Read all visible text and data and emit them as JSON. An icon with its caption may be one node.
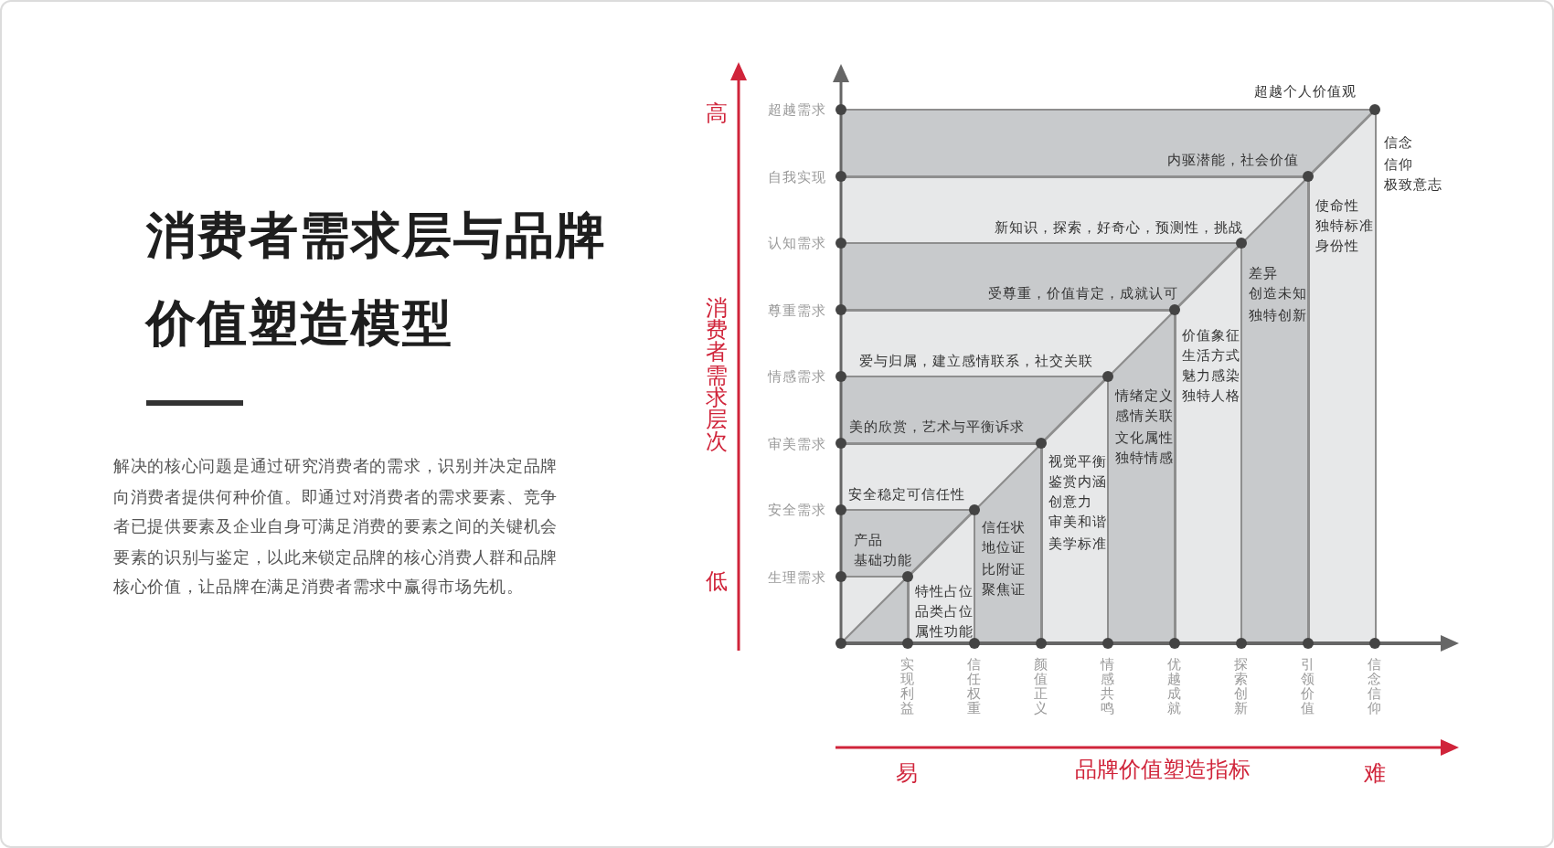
{
  "diagram": {
    "title": "消费者需求层与品牌价值塑造模型",
    "nodes": [
      {
        "text": [
          "内驱潜能，社会价值"
        ]
      },
      {
        "text": [
          "新知识，探索，好奇心，预测性，挑战"
        ]
      },
      {
        "text": [
          "受尊重，价值肯定，成就认可"
        ]
      },
      {
        "text": [
          "爱与归属，建立感情联系，社交关联"
        ]
      },
      {
        "text": [
          "美的欣赏，艺术与平衡诉求"
        ]
      },
      {
        "text": [
          "安全稳定可信任性"
        ]
      },
      {
        "text": [
          "产品",
          "基础功能"
        ]
      },
      {
        "text": [
          "特性占位",
          "品类占位",
          "属性功能"
        ]
      },
      {
        "text": [
          "信任状",
          "地位证",
          "比附证",
          "聚焦证"
        ]
      },
      {
        "text": [
          "视觉平衡",
          "鉴赏内涵",
          "创意力",
          "审美和谐",
          "美学标准"
        ]
      },
      {
        "text": [
          "情绪定义",
          "感情关联",
          "文化属性",
          "独特情感"
        ]
      },
      {
        "text": [
          "价值象征",
          "生活方式",
          "魅力感染",
          "独特人格"
        ]
      },
      {
        "text": [
          "差异",
          "创造未知",
          "独特创新"
        ]
      },
      {
        "text": [
          "使命性",
          "独特标准",
          "身份性"
        ]
      }
    ],
    "labels": [
      "解决的核心问题是通过研究消费者的需求，识别并决定品牌向消费者提供何种价值。即通过对消费者的需求要素、竞争者已提供要素及企业自身可满足消费的要素之间的关键机会要素的识别与鉴定，以此来锁定品牌的核心消费人群和品牌核心价值，让品牌在满足消费者需求中赢得市场先机。",
      "高",
      "消费者需求层次",
      "低",
      "超越需求",
      "自我实现",
      "认知需求",
      "尊重需求",
      "情感需求",
      "审美需求",
      "安全需求",
      "生理需求",
      "超越个人价值观",
      "信念",
      "信仰",
      "极致意志",
      "实现利益",
      "信任权重",
      "颜值正义",
      "情感共鸣",
      "优越成就",
      "探索创新",
      "引领价值",
      "信念信仰",
      "易",
      "品牌价值塑造指标",
      "难"
    ]
  }
}
